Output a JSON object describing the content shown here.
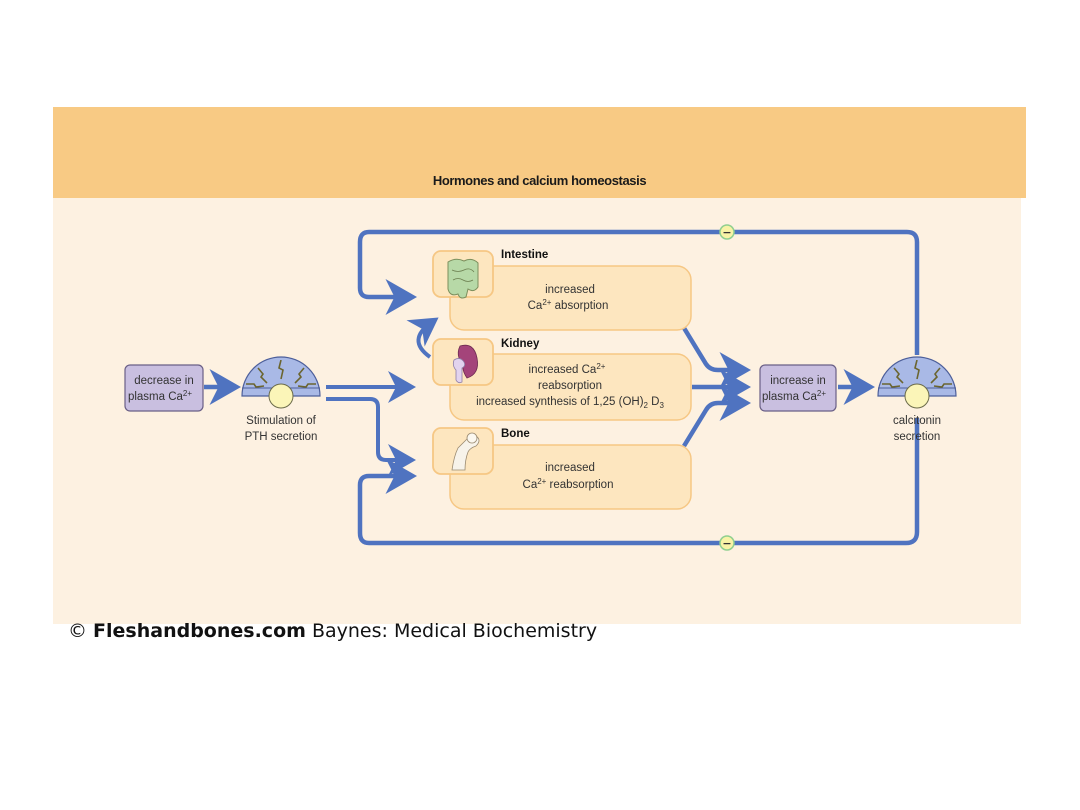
{
  "title": "Hormones and calcium homeostasis",
  "colors": {
    "header_band": "#f8ca84",
    "body_band": "#fdf1e1",
    "arrow": "#4f73c0",
    "organ_box_fill": "#fde6bf",
    "organ_box_stroke": "#f6c784",
    "plasma_box_fill": "#c9bfe0",
    "plasma_box_stroke": "#6a5f86",
    "inhibition_fill": "#f8f3a6",
    "inhibition_stroke": "#8fcf8f"
  },
  "nodes": {
    "decrease": {
      "line1": "decrease in",
      "line2": "plasma Ca",
      "sup": "2+"
    },
    "pth": {
      "line1": "Stimulation of",
      "line2": "PTH secretion"
    },
    "intestine": {
      "label": "Intestine",
      "line1": "increased",
      "line2_pre": "Ca",
      "line2_sup": "2+",
      "line2_post": " absorption"
    },
    "kidney": {
      "label": "Kidney",
      "line1_pre": "increased Ca",
      "line1_sup": "2+",
      "line2": "reabsorption",
      "line3_pre": "increased synthesis of 1,25 (OH)",
      "line3_sub1": "2",
      "line3_mid": " D",
      "line3_sub2": "3"
    },
    "bone": {
      "label": "Bone",
      "line1": "increased",
      "line2_pre": "Ca",
      "line2_sup": "2+",
      "line2_post": " reabsorption"
    },
    "increase": {
      "line1": "increase in",
      "line2": "plasma Ca",
      "sup": "2+"
    },
    "calcitonin": {
      "line1": "calcitonin",
      "line2": "secretion"
    }
  },
  "inhibition_symbol": "−",
  "edges": [
    {
      "from": "decrease",
      "to": "pth"
    },
    {
      "from": "pth",
      "to": "kidney"
    },
    {
      "from": "pth",
      "to": "bone"
    },
    {
      "from": "kidney",
      "to": "intestine"
    },
    {
      "from": "intestine",
      "to": "increase"
    },
    {
      "from": "kidney",
      "to": "increase"
    },
    {
      "from": "bone",
      "to": "increase"
    },
    {
      "from": "increase",
      "to": "calcitonin"
    },
    {
      "from": "calcitonin",
      "to": "intestine",
      "type": "inhibition"
    },
    {
      "from": "calcitonin",
      "to": "bone",
      "type": "inhibition"
    }
  ],
  "credit": {
    "symbol": "©",
    "site": "Fleshandbones.com",
    "rest": " Baynes: Medical Biochemistry"
  }
}
